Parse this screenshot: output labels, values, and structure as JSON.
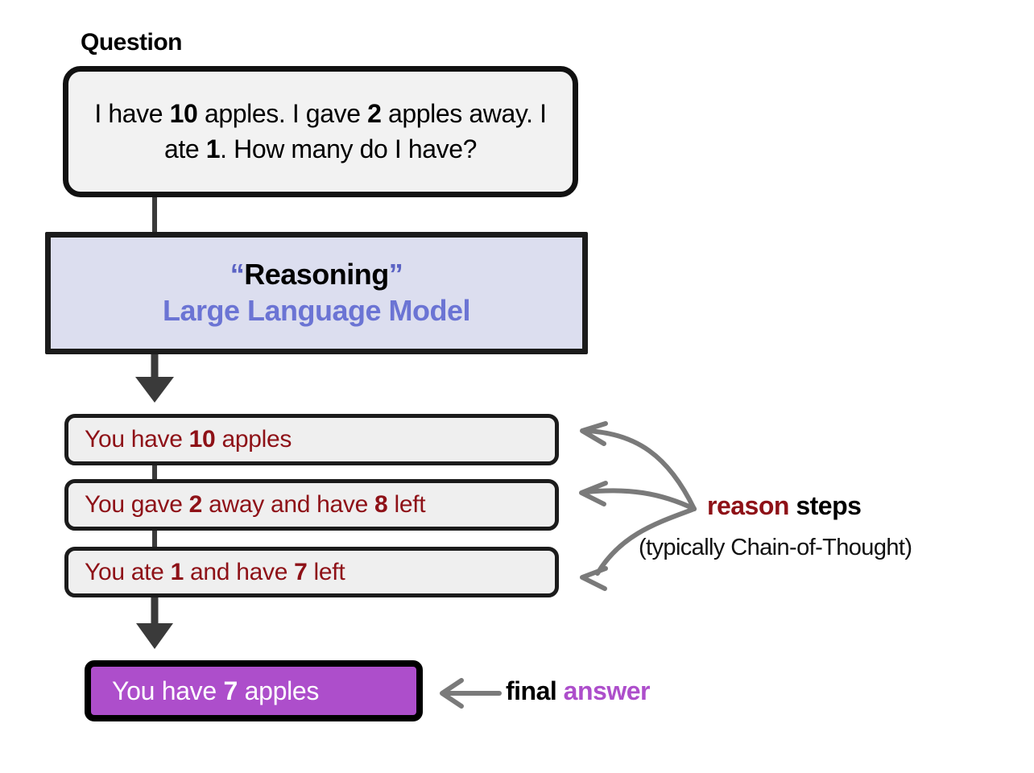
{
  "diagram": {
    "title_label": "Question",
    "question": {
      "prefix": "I have ",
      "n1": "10",
      "mid1": " apples. I gave ",
      "n2": "2",
      "mid2": " apples away. I ate ",
      "n3": "1",
      "suffix": ". How many do I have?",
      "full_text": "I have 10 apples. I gave 2 apples away. I ate 1. How many do I have?"
    },
    "model_box": {
      "open_quote": "“",
      "reasoning_word": "Reasoning",
      "close_quote": "”",
      "model_name": "Large Language Model"
    },
    "steps": [
      {
        "pre": "You have ",
        "num": "10",
        "post": " apples",
        "full_text": "You have 10 apples"
      },
      {
        "pre": "You gave ",
        "num": "2",
        "mid": " away and have ",
        "num2": "8",
        "post": " left",
        "full_text": "You gave 2 away and have 8 left"
      },
      {
        "pre": "You ate ",
        "num": "1",
        "mid": " and have ",
        "num2": "7",
        "post": " left",
        "full_text": "You ate 1 and have 7 left"
      }
    ],
    "answer": {
      "pre": "You have ",
      "num": "7",
      "post": " apples",
      "full_text": "You have 7 apples"
    },
    "annotations": {
      "reason_steps_kw": "reason",
      "reason_steps_plain": " steps",
      "cot_note": "(typically Chain-of-Thought)",
      "final_word": "final ",
      "answer_word": "answer"
    },
    "colors": {
      "llm_box_fill": "#dcdeef",
      "llm_text_blue": "#6b74d4",
      "step_text_red": "#8e1117",
      "answer_purple": "#ad4ecb",
      "box_border_black": "#1b1b1b",
      "arrow_gray": "#7a7a7a",
      "flow_arrow_dark": "#3a3a3a",
      "box_fill_gray": "#efefef",
      "background": "#ffffff"
    }
  }
}
